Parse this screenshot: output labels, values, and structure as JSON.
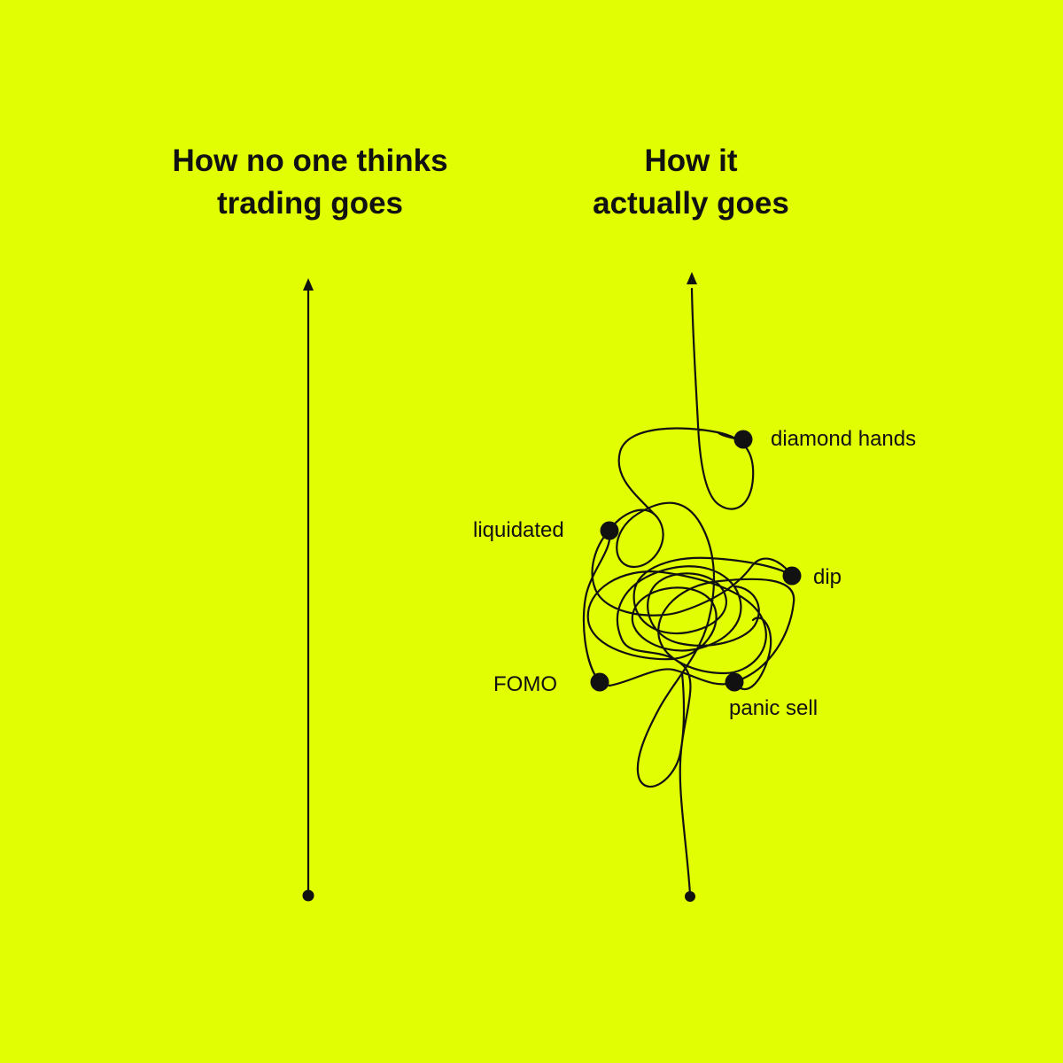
{
  "colors": {
    "background": "#e1fe02",
    "ink": "#111111"
  },
  "left_panel": {
    "title_line1": "How no one thinks",
    "title_line2": "trading goes"
  },
  "right_panel": {
    "title_line1": "How it",
    "title_line2": "actually goes",
    "labels": {
      "diamond_hands": "diamond hands",
      "liquidated": "liquidated",
      "dip": "dip",
      "fomo": "FOMO",
      "panic_sell": "panic sell"
    }
  }
}
